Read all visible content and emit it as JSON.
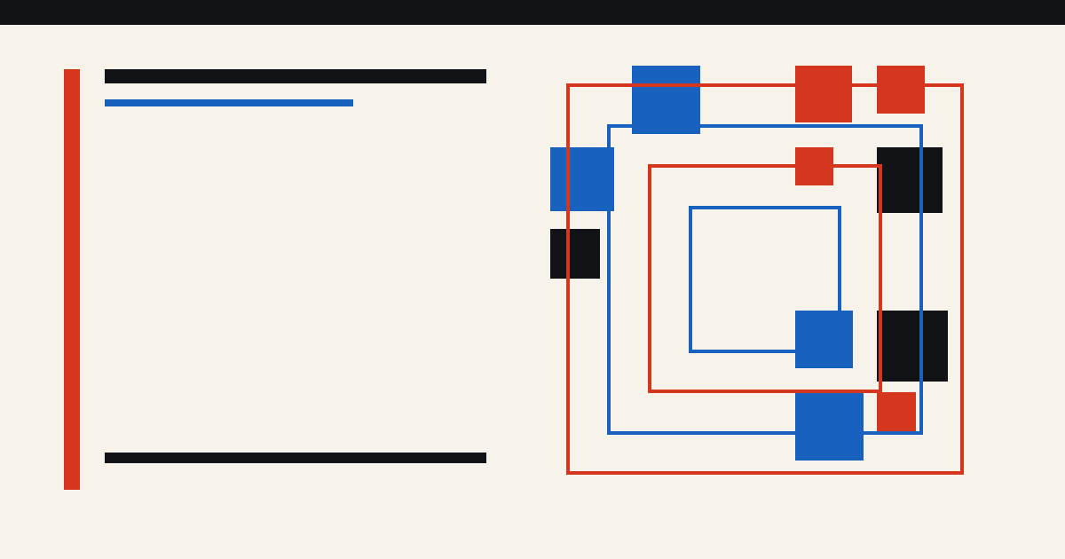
{
  "colors": {
    "background": "#f7f2ea",
    "top_bar": "#121316",
    "red": "#d4371d",
    "blue": "#1861bf",
    "black": "#121316"
  },
  "left_panel": {
    "accent_bar_color": "red",
    "title_bar_color": "black",
    "subtitle_bar_color": "blue",
    "footer_bar_color": "black"
  },
  "composition": {
    "outlines": [
      {
        "name": "outer-red-frame",
        "color": "red"
      },
      {
        "name": "blue-frame-2",
        "color": "blue"
      },
      {
        "name": "red-frame-3",
        "color": "red"
      },
      {
        "name": "inner-blue-frame",
        "color": "blue"
      }
    ],
    "blocks": [
      {
        "name": "block-blue-top",
        "color": "blue"
      },
      {
        "name": "block-red-top-1",
        "color": "red"
      },
      {
        "name": "block-red-top-2",
        "color": "red"
      },
      {
        "name": "block-blue-left",
        "color": "blue"
      },
      {
        "name": "block-red-small",
        "color": "red"
      },
      {
        "name": "block-black-right-top",
        "color": "black"
      },
      {
        "name": "block-black-left",
        "color": "black"
      },
      {
        "name": "block-blue-center",
        "color": "blue"
      },
      {
        "name": "block-black-right-bottom",
        "color": "black"
      },
      {
        "name": "block-blue-bottom",
        "color": "blue"
      },
      {
        "name": "block-red-bottom",
        "color": "red"
      }
    ]
  }
}
